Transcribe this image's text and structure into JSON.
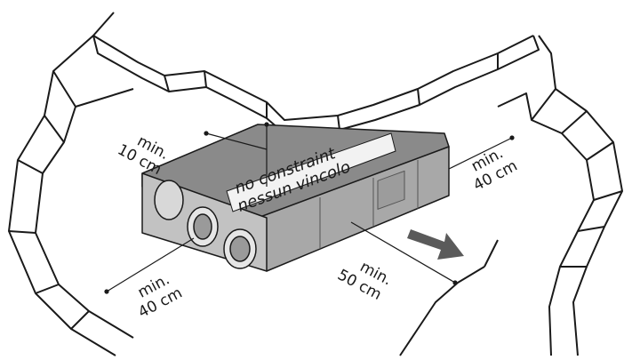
{
  "labels": {
    "top_left": {
      "line1": "min.",
      "line2": "10 cm"
    },
    "right": {
      "line1": "min.",
      "line2": "40 cm"
    },
    "bottom_left": {
      "line1": "min.",
      "line2": "40 cm"
    },
    "bottom_front": {
      "line1": "min.",
      "line2": "50 cm"
    },
    "top_face": {
      "line1": "no constraint",
      "line2": "nessun vincolo"
    }
  },
  "colors": {
    "outline": "#1a1a1a",
    "unit_top": "#8a8a8a",
    "unit_front": "#a8a8a8",
    "unit_side": "#c2c2c2",
    "label_plate": "#f2f2f2",
    "arrow": "#5a5a5a"
  }
}
